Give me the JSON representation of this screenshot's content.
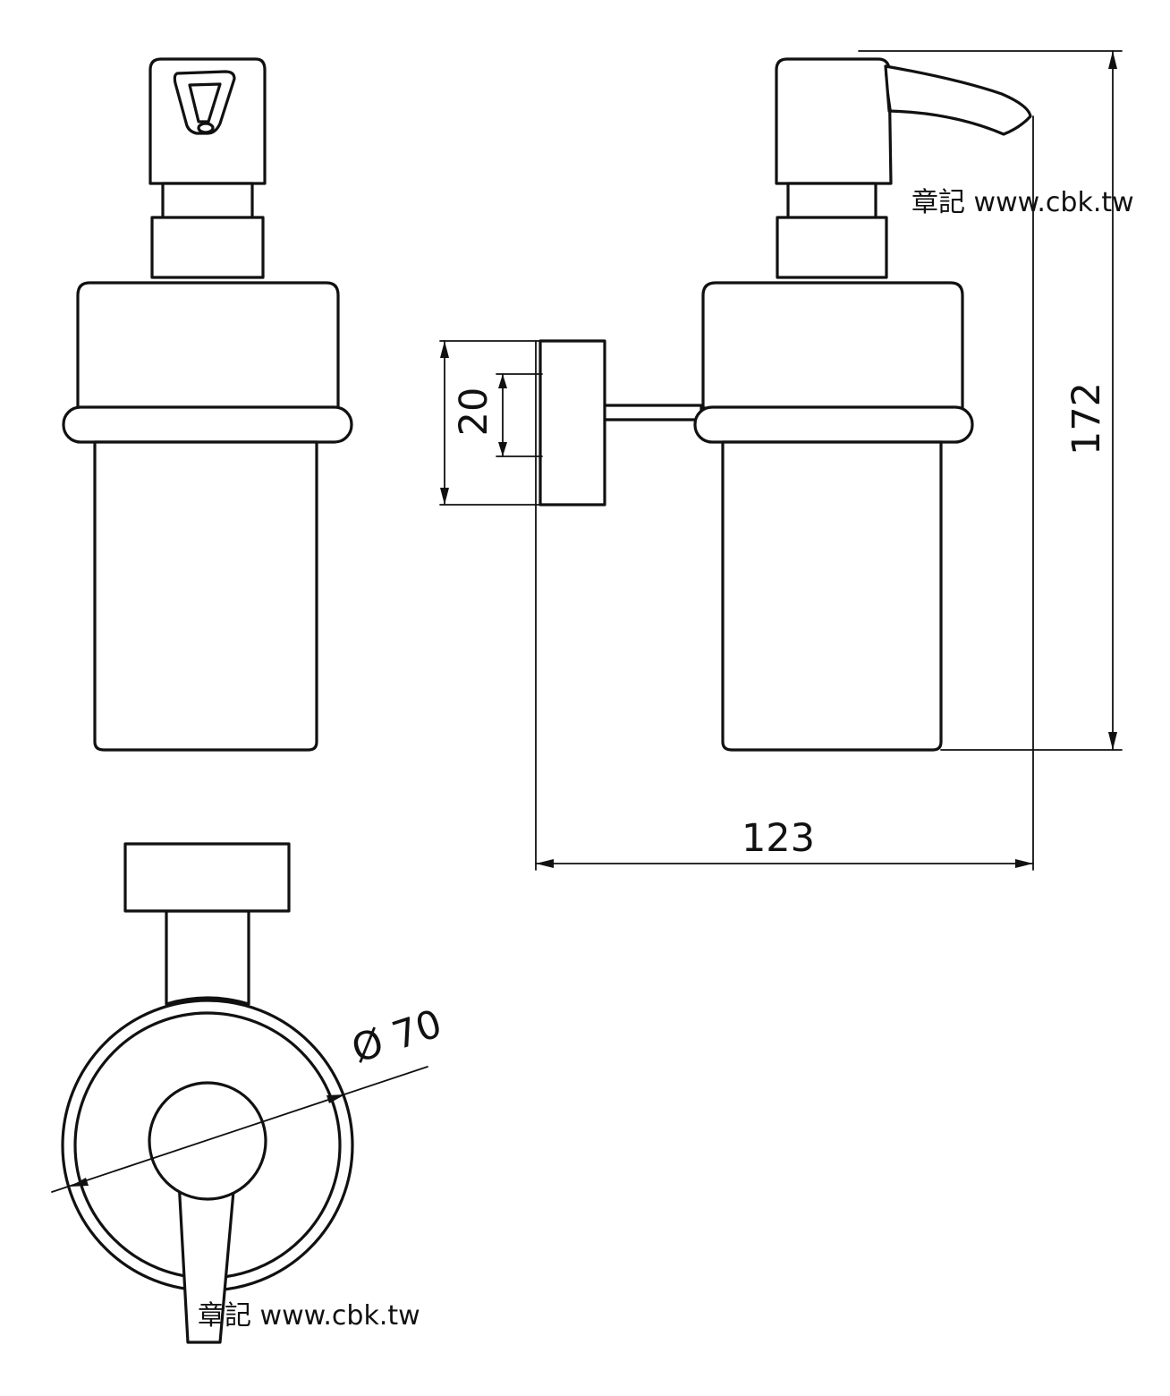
{
  "watermark": "章記 www.cbk.tw",
  "dimensions": {
    "height": "172",
    "width": "123",
    "flange": "20",
    "diameter": "Ø 70"
  }
}
